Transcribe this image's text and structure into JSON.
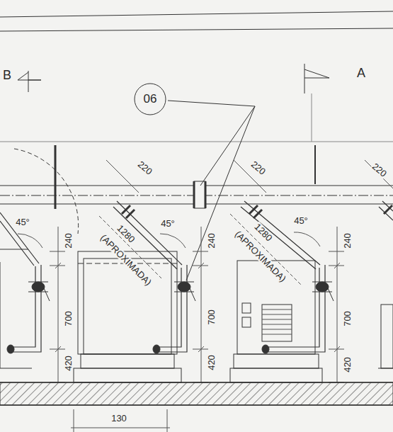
{
  "diagram": {
    "nodes": [
      {
        "text": [
          "06"
        ]
      }
    ],
    "labels": [
      "B",
      "A",
      "220",
      "220",
      "220",
      "1280",
      "1280",
      "(APROXIMADA)",
      "(APROXIMADA)",
      "45°",
      "45°",
      "45°",
      "240",
      "240",
      "240",
      "700",
      "700",
      "700",
      "420",
      "420",
      "420",
      "130"
    ]
  }
}
